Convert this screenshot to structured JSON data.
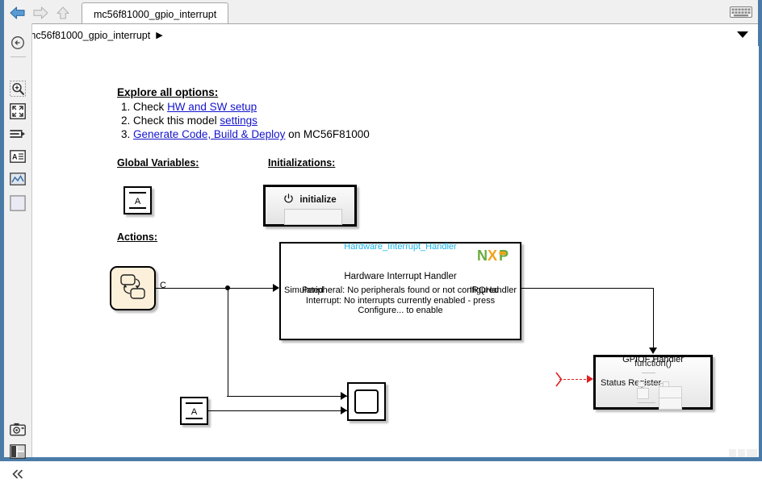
{
  "window": {
    "tab_label": "mc56f81000_gpio_interrupt",
    "keyboard_icon": "keyboard-icon",
    "nav": {
      "back": "back-arrow-icon",
      "forward": "forward-arrow-icon",
      "up": "up-arrow-icon"
    }
  },
  "breadcrumb": {
    "model_icon": "model-file-icon",
    "path": "mc56f81000_gpio_interrupt",
    "separator": "▶",
    "dropdown": "chevron-down-icon"
  },
  "toolstrip": {
    "items": [
      {
        "name": "back-to-parent-icon",
        "title": "Back to parent"
      },
      {
        "name": "zoom-in-icon",
        "title": "Zoom in"
      },
      {
        "name": "fit-to-view-icon",
        "title": "Fit to view"
      },
      {
        "name": "signal-routing-icon",
        "title": "Signal routing"
      },
      {
        "name": "annotation-icon",
        "title": "Annotation"
      },
      {
        "name": "scope-viewer-icon",
        "title": "Scope viewer"
      },
      {
        "name": "block-palette-icon",
        "title": "Block"
      },
      {
        "name": "screenshot-icon",
        "title": "Screenshot"
      },
      {
        "name": "panel-layout-icon",
        "title": "Panel layout"
      },
      {
        "name": "collapse-panel-icon",
        "title": "Collapse"
      }
    ]
  },
  "annotations": {
    "explore_title": "Explore all options:",
    "items": [
      {
        "num": "1.",
        "pre": "Check ",
        "link": "HW and SW setup",
        "post": ""
      },
      {
        "num": "2.",
        "pre": "Check this model ",
        "link": "settings",
        "post": ""
      },
      {
        "num": "3.",
        "pre": "",
        "link": "Generate Code, Build & Deploy",
        "post": " on MC56F81000"
      }
    ],
    "global_variables_heading": "Global Variables:",
    "initializations_heading": "Initializations:",
    "actions_heading": "Actions:"
  },
  "blocks": {
    "data_store_top": {
      "label": "A",
      "name": "data-store-memory-a"
    },
    "data_store_bottom": {
      "label": "A",
      "name": "data-store-read-a"
    },
    "initialize": {
      "label": "initialize",
      "icon": "power-icon"
    },
    "chart": {
      "port_label": "C",
      "name": "stateflow-chart"
    },
    "hardware_interrupt_handler": {
      "title": "Hardware Interrupt Handler",
      "message": "Peripheral: No peripherals found or not configured\nInterrupt: No interrupts currently enabled - press Configure... to enable",
      "input_port": "Simulated",
      "output_port": "IRQHandler",
      "caption": "Hardware_Interrupt_Handler",
      "caption_color": "#19b4e8",
      "vendor_logo": "nxp-logo"
    },
    "scope": {
      "name": "scope-block"
    },
    "gpiof_handler": {
      "function_port": "function()",
      "input_label": "Status Register",
      "caption": "GPIOF Handler"
    }
  },
  "colors": {
    "link": "#1414cc",
    "caption_blue": "#19b4e8",
    "function_call_red": "#e02020",
    "chart_fill": "#fdf0da",
    "frame_blue": "#4a7ba7",
    "nxp_green": "#6aab3c",
    "nxp_orange": "#f2a11b"
  }
}
